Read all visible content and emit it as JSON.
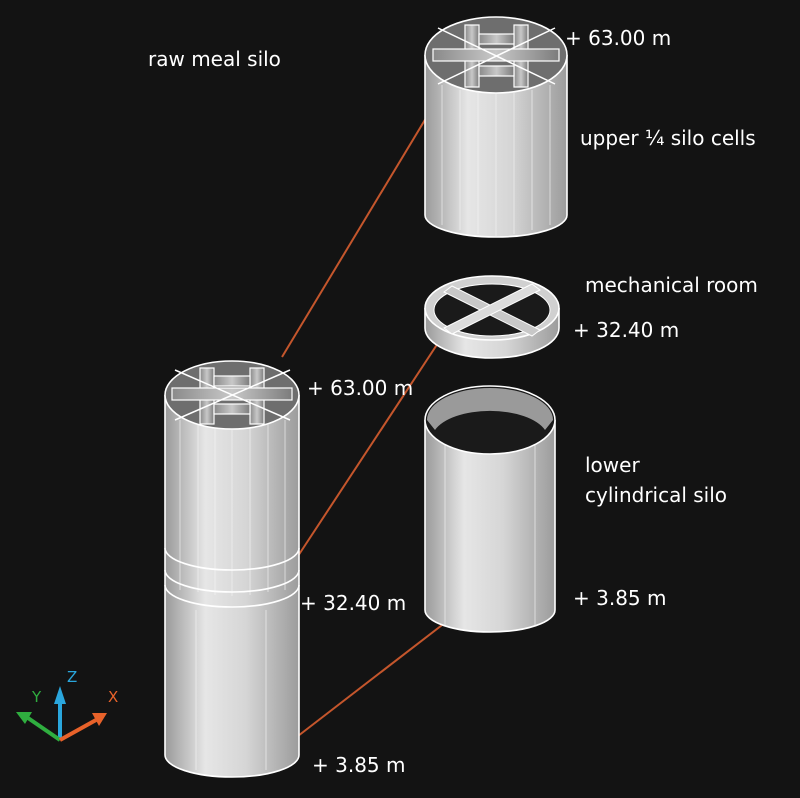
{
  "title": "raw meal silo",
  "left_assembly": {
    "levels": [
      "+ 63.00 m",
      "+ 32.40 m",
      "+ 3.85 m"
    ]
  },
  "parts": [
    {
      "name": "upper ¼ silo cells",
      "level": "+ 63.00 m"
    },
    {
      "name": "mechanical room",
      "level": "+ 32.40 m"
    },
    {
      "name_line1": "lower",
      "name_line2": "cylindrical silo",
      "level": "+ 3.85 m"
    }
  ],
  "axes": {
    "x": "X",
    "y": "Y",
    "z": "Z"
  },
  "colors": {
    "background": "#131313",
    "leader": "#c4562c",
    "x_axis": "#e8622a",
    "y_axis": "#2fae3f",
    "z_axis": "#2aa6dc"
  }
}
